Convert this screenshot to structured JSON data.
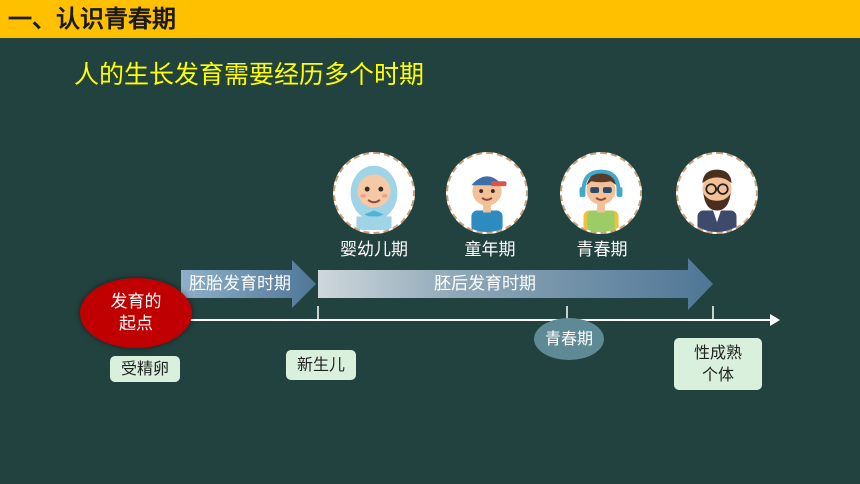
{
  "header": {
    "title": "一、认识青春期"
  },
  "subtitle": "人的生长发育需要经历多个时期",
  "stages": [
    {
      "label": "婴幼儿期",
      "icon": "baby-avatar-icon"
    },
    {
      "label": "童年期",
      "icon": "child-avatar-icon"
    },
    {
      "label": "青春期",
      "icon": "teen-avatar-icon"
    },
    {
      "label": "",
      "icon": "adult-avatar-icon"
    }
  ],
  "arrows": {
    "embryo": "胚胎发育时期",
    "postembryo": "胚后发育时期"
  },
  "origin": {
    "line1": "发育的",
    "line2": "起点"
  },
  "tags": {
    "zygote": "受精卵",
    "newborn": "新生儿",
    "puberty": "青春期",
    "mature_line1": "性成熟",
    "mature_line2": "个体"
  },
  "colors": {
    "background": "#22423f",
    "header_bar": "#ffc000",
    "subtitle": "#ffff00",
    "origin": "#c00000",
    "tag_bg": "#d8f0dc"
  }
}
